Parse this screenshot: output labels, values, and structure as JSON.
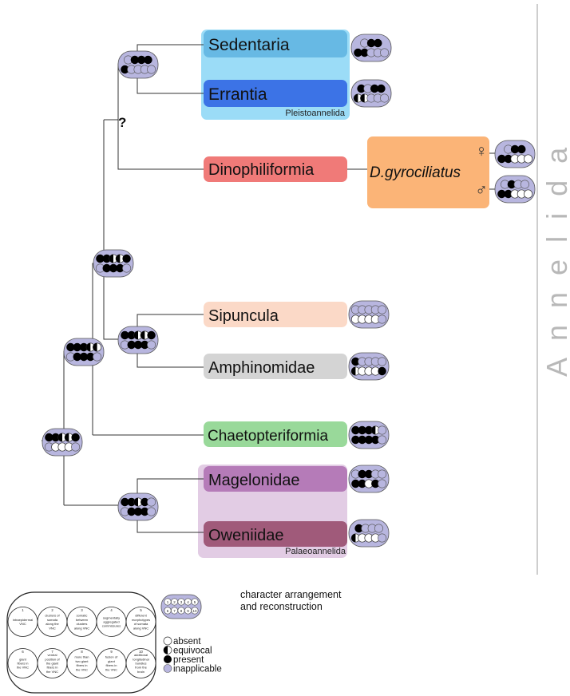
{
  "clade_label": "Annelida",
  "unknown_mark": "?",
  "taxa": [
    {
      "key": "sedentaria",
      "label": "Sedentaria",
      "color": "#67b9e4"
    },
    {
      "key": "errantia",
      "label": "Errantia",
      "color": "#3c73e6"
    },
    {
      "key": "dinophiliformia",
      "label": "Dinophiliformia",
      "color": "#f07a78"
    },
    {
      "key": "sipuncula",
      "label": "Sipuncula",
      "color": "#fbd9c7"
    },
    {
      "key": "amphinomidae",
      "label": "Amphinomidae",
      "color": "#d4d4d4"
    },
    {
      "key": "chaetopteriformia",
      "label": "Chaetopteriformia",
      "color": "#99d99a"
    },
    {
      "key": "magelonidae",
      "label": "Magelonidae",
      "color": "#b57bb8"
    },
    {
      "key": "oweniidae",
      "label": "Oweniidae",
      "color": "#a05a7a"
    }
  ],
  "groups": {
    "pleistoannelida": {
      "label": "Pleistoannelida",
      "color": "#9bdcf7"
    },
    "palaeoannelida": {
      "label": "Palaeoannelida",
      "color": "#e2cce4"
    }
  },
  "species": {
    "label": "D.gyrociliatus",
    "color": "#fbb477",
    "female": "♀",
    "male": "♂"
  },
  "states": {
    "absent": "a",
    "equivocal": "e",
    "present": "p",
    "inapplicable": "i"
  },
  "character_sets": [
    {
      "key": "sedentaria",
      "top": "ipp",
      "bottom": "ppiii"
    },
    {
      "key": "errantia",
      "top": "pipp",
      "bottom": "eeiii"
    },
    {
      "key": "female",
      "top": "ipp",
      "bottom": "ppaaa"
    },
    {
      "key": "male",
      "top": "ipii",
      "bottom": "ppaaa"
    },
    {
      "key": "sipuncula",
      "top": "iiiii",
      "bottom": "aaaai"
    },
    {
      "key": "amphinomidae",
      "top": "piiii",
      "bottom": "eaaap"
    },
    {
      "key": "chaetopteriformia",
      "top": "pppei",
      "bottom": "ppppi"
    },
    {
      "key": "magelonidae",
      "top": "ippii",
      "bottom": "ppapi"
    },
    {
      "key": "oweniidae",
      "top": "piii",
      "bottom": "eaaai"
    },
    {
      "key": "node-pleisto",
      "top": "ippp",
      "bottom": "piiii"
    },
    {
      "key": "node-upper",
      "top": "ppeep",
      "bottom": "ipppi"
    },
    {
      "key": "node-sip-amph",
      "top": "ppeep",
      "bottom": "ipppi"
    },
    {
      "key": "node-main",
      "top": "pppee",
      "bottom": "ipppi"
    },
    {
      "key": "node-root",
      "top": "ppeep",
      "bottom": "iaaai"
    },
    {
      "key": "node-palaeo",
      "top": "ppepi",
      "bottom": "ipppi"
    }
  ],
  "key_numbers": [
    "1",
    "2",
    "3",
    "4",
    "5",
    "6",
    "7",
    "8",
    "9",
    "10"
  ],
  "legend": {
    "title_line1": "character arrangement",
    "title_line2": "and reconstruction",
    "absent": "absent",
    "equivocal": "equivocal",
    "present": "present",
    "inapplicable": "inapplicable",
    "characters": [
      {
        "num": "1",
        "text": "intraepidermal VNC"
      },
      {
        "num": "2",
        "text": "clusters of somata along the VNC"
      },
      {
        "num": "3",
        "text": "somatic between clusters along VNC"
      },
      {
        "num": "4",
        "text": "segmentally aggregated commissures"
      },
      {
        "num": "5",
        "text": "different morphotypes of somata along VNC"
      },
      {
        "num": "6",
        "text": "giant fibers in the VNC"
      },
      {
        "num": "7",
        "text": "ventral position of the giant fibers in the VNC"
      },
      {
        "num": "8",
        "text": "more than two giant fibers in the VNC"
      },
      {
        "num": "9",
        "text": "fusion of giant fibers in the VNC"
      },
      {
        "num": "10",
        "text": "additional longitudinal bundles from the brain"
      }
    ]
  }
}
